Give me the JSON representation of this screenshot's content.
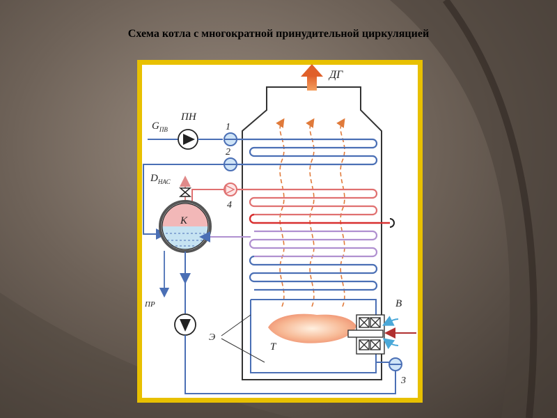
{
  "title": "Схема котла с многократной принудительной циркуляцией",
  "labels": {
    "flue_gas": "ДГ",
    "feed_water": "G",
    "feed_water_sub": "ПВ",
    "pump_feed": "ПН",
    "steam": "D",
    "steam_sub": "НАС",
    "drum": "К",
    "blowdown": "ПР",
    "air": "В",
    "furnace": "Т",
    "economizer": "Э",
    "n1": "1",
    "n2": "2",
    "n3": "3",
    "n4": "4"
  },
  "colors": {
    "frame": "#e8c000",
    "water_pipe": "#4a6fb5",
    "steam_pipe": "#e07070",
    "superheat_pipe": "#d83030",
    "violet_pipe": "#b090d0",
    "gas_arrow": "#e07a3a",
    "air_arrow": "#4aa8d8",
    "fuel_arrow": "#b03030"
  }
}
